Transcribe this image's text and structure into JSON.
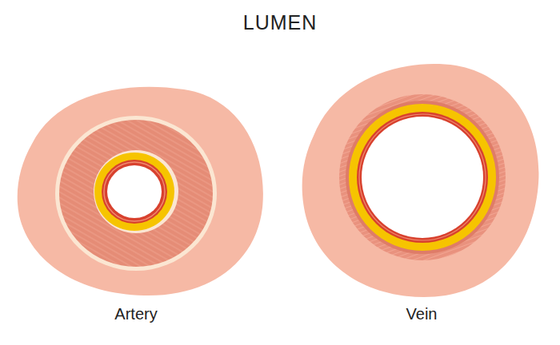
{
  "diagram": {
    "title": "LUMEN",
    "labels": [
      "Artery",
      "Vein"
    ]
  }
}
